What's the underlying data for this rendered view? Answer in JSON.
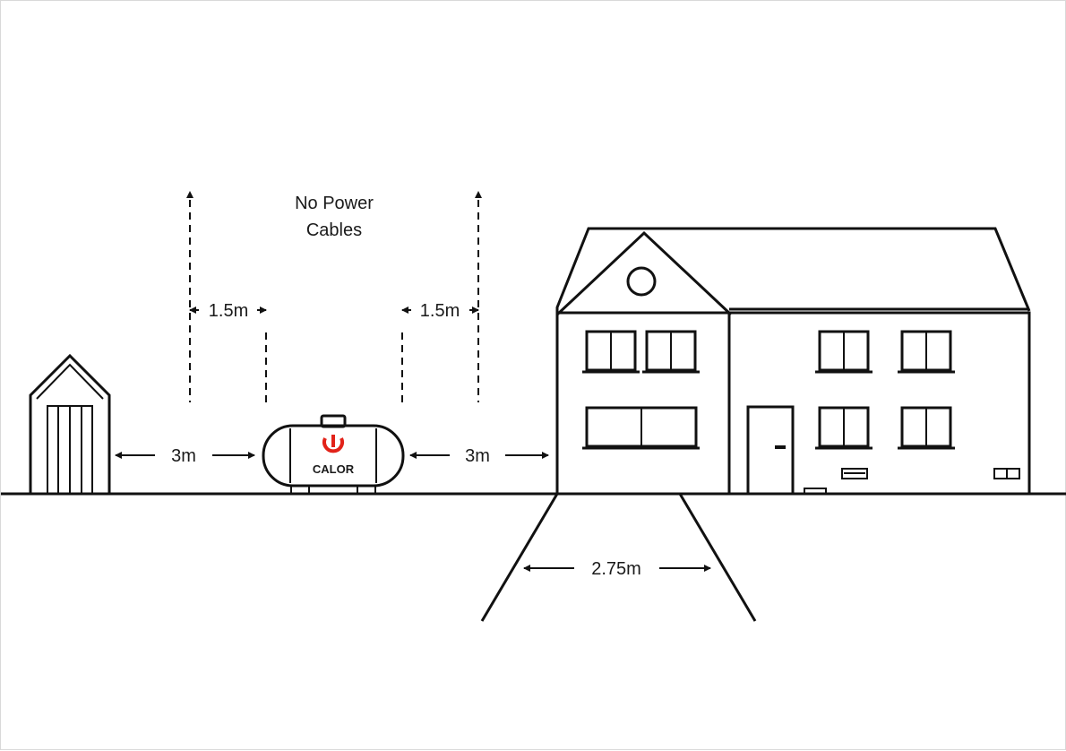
{
  "labels": {
    "no_power_line1": "No Power",
    "no_power_line2": "Cables",
    "left_clearance": "1.5m",
    "right_clearance": "1.5m",
    "shed_distance": "3m",
    "house_distance": "3m",
    "path_width": "2.75m"
  },
  "tank": {
    "brand": "CALOR",
    "brand_color": "#e2231a"
  },
  "colors": {
    "line": "#111111",
    "background": "#ffffff"
  }
}
